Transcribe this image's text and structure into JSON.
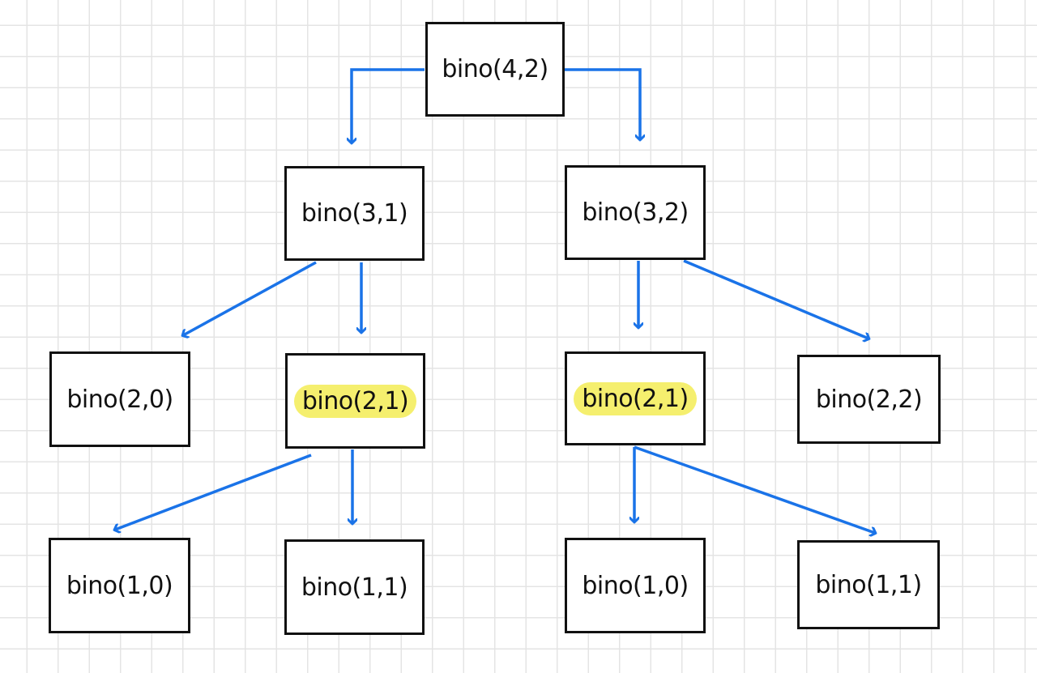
{
  "diagram": {
    "highlight_color": "#f5ef6e",
    "arrow_color": "#1a73e8",
    "border_color": "#111111",
    "nodes": [
      {
        "id": "root",
        "label": "bino(4,2)",
        "highlighted": false
      },
      {
        "id": "n31",
        "label": "bino(3,1)",
        "highlighted": false
      },
      {
        "id": "n32",
        "label": "bino(3,2)",
        "highlighted": false
      },
      {
        "id": "n20",
        "label": "bino(2,0)",
        "highlighted": false
      },
      {
        "id": "n21a",
        "label": "bino(2,1)",
        "highlighted": true
      },
      {
        "id": "n21b",
        "label": "bino(2,1)",
        "highlighted": true
      },
      {
        "id": "n22",
        "label": "bino(2,2)",
        "highlighted": false
      },
      {
        "id": "n10a",
        "label": "bino(1,0)",
        "highlighted": false
      },
      {
        "id": "n11a",
        "label": "bino(1,1)",
        "highlighted": false
      },
      {
        "id": "n10b",
        "label": "bino(1,0)",
        "highlighted": false
      },
      {
        "id": "n11b",
        "label": "bino(1,1)",
        "highlighted": false
      }
    ],
    "edges": [
      {
        "from": "root",
        "to": "n31"
      },
      {
        "from": "root",
        "to": "n32"
      },
      {
        "from": "n31",
        "to": "n20"
      },
      {
        "from": "n31",
        "to": "n21a"
      },
      {
        "from": "n32",
        "to": "n21b"
      },
      {
        "from": "n32",
        "to": "n22"
      },
      {
        "from": "n21a",
        "to": "n10a"
      },
      {
        "from": "n21a",
        "to": "n11a"
      },
      {
        "from": "n21b",
        "to": "n10b"
      },
      {
        "from": "n21b",
        "to": "n11b"
      }
    ]
  }
}
